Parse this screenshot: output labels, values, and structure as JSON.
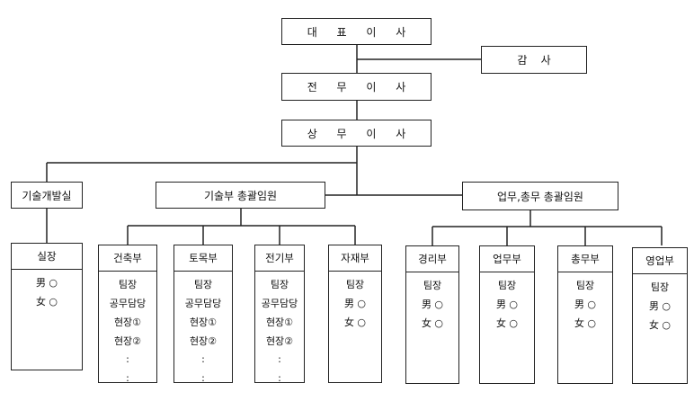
{
  "top": {
    "ceo": "대 표 이 사",
    "auditor": "감    사",
    "managing_director": "전 무 이 사",
    "executive_director": "상 무 이 사"
  },
  "mid": {
    "tech_lab": "기술개발실",
    "tech_exec": "기술부 총괄임원",
    "admin_exec": "업무,총무 총괄임원"
  },
  "departments": [
    {
      "name": "실장",
      "rows": [
        "男 ○",
        "女 ○"
      ]
    },
    {
      "name": "건축부",
      "rows": [
        "팀장",
        "공무담당",
        "현장①",
        "현장②",
        ":",
        ":"
      ]
    },
    {
      "name": "토목부",
      "rows": [
        "팀장",
        "공무담당",
        "현장①",
        "현장②",
        ":",
        ":"
      ]
    },
    {
      "name": "전기부",
      "rows": [
        "팀장",
        "공무담당",
        "현장①",
        "현장②",
        ":",
        ":"
      ]
    },
    {
      "name": "자재부",
      "rows": [
        "팀장",
        "男 ○",
        "女 ○"
      ]
    },
    {
      "name": "경리부",
      "rows": [
        "팀장",
        "男 ○",
        "女 ○"
      ]
    },
    {
      "name": "업무부",
      "rows": [
        "팀장",
        "男 ○",
        "女 ○"
      ]
    },
    {
      "name": "총무부",
      "rows": [
        "팀장",
        "男 ○",
        "女 ○"
      ]
    },
    {
      "name": "영업부",
      "rows": [
        "팀장",
        "男 ○",
        "女 ○"
      ]
    }
  ]
}
